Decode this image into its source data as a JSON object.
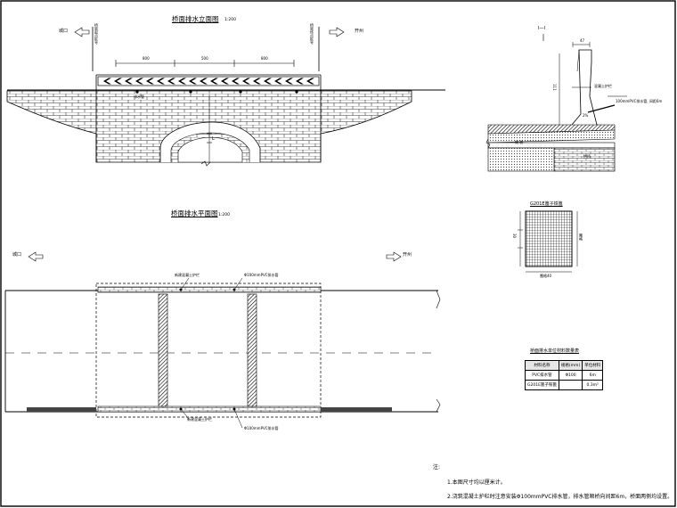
{
  "elevation": {
    "title": "桥面排水立面图",
    "scale": "1:200",
    "left_direction": "城口",
    "right_direction": "开州",
    "left_pile": "桥梁起点桩号",
    "right_pile": "桥梁终点桩号",
    "dim_left": "800",
    "dim_mid": "500",
    "dim_right": "800",
    "pipe_label": "排水管",
    "arch_mark": "L"
  },
  "plan": {
    "title": "桥面排水平面图",
    "scale": "1:200",
    "left_direction": "城口",
    "right_direction": "开州",
    "top_rail_label": "新建混凝土护栏",
    "top_pipe_label": "Φ100mmPVC排水管",
    "bottom_rail_label": "新建混凝土护栏",
    "bottom_pipe_label": "Φ100mmPVC排水管"
  },
  "section": {
    "title": "I—I",
    "dim_top": "47",
    "dim_height": "111",
    "rail_label": "混凝土护栏",
    "pipe_label": "100mmPVC排水管, 间距6m",
    "slope": "2%",
    "layer_label": "铺 装",
    "base_label": "拱桥"
  },
  "grate": {
    "title": "G201E篦子铁篦",
    "dim_side": "30",
    "dim_right": "篦格",
    "dim_bottom": "篦格40"
  },
  "materials": {
    "title": "桥面排水单位材料数量表",
    "headers": [
      "材料名称",
      "规格(mm)",
      "单位材料"
    ],
    "rows": [
      [
        "PVC排水管",
        "Φ100",
        "6m"
      ],
      [
        "G201E篦子铁篦",
        "",
        "0.3m²"
      ]
    ]
  },
  "notes": {
    "heading": "注:",
    "items": [
      "1.本图尺寸均以厘米计。",
      "2.浇筑混凝土护栏时注意安装Φ100mmPVC排水管，排水管顺桥向间距6m，桥面两侧均设置。"
    ]
  }
}
